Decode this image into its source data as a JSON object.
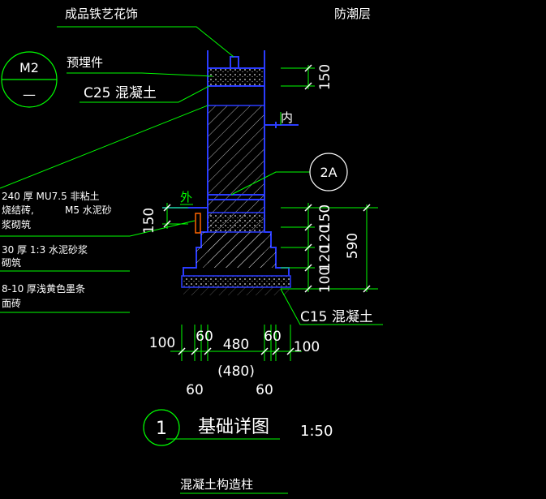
{
  "labels": {
    "iron_decor": "成品铁艺花饰",
    "dpc": "防潮层",
    "embed": "预埋件",
    "concrete_c25": "C25 混凝土",
    "inside": "内",
    "outside": "外",
    "wall_1": "240 厚 MU7.5 非粘土",
    "wall_2": "烧结砖,",
    "wall_3": "M5 水泥砂",
    "wall_4": "浆砌筑",
    "mortar_1": "30 厚 1:3  水泥砂浆",
    "mortar_2": "砌筑",
    "tile_1": "8-10  厚浅黄色墨条",
    "tile_2": "面砖",
    "concrete_c15": "C15 混凝土",
    "title": "基础详图",
    "scale": "1:50",
    "bottom_caption": "混凝土构造柱"
  },
  "markers": {
    "m2_top": "M2",
    "m2_bottom": "—",
    "ref_2a": "2A",
    "detail_no": "1"
  },
  "dims": {
    "top_150": "150",
    "r_150": "150",
    "r_120": "120",
    "r_120b": "120",
    "r_100": "100",
    "total_590": "590",
    "left_150": "150",
    "b_100_left": "100",
    "b_60_left": "60",
    "b_480": "480",
    "b_480_paren": "(480)",
    "b_60_right": "60",
    "b_100_right": "100",
    "b_60_low_left": "60",
    "b_60_low_right": "60"
  },
  "colors": {
    "background": "#000000",
    "wall_outline": "#2a3cff",
    "leader": "#00ff00",
    "text": "#ffffff",
    "hatch": "#ffffff",
    "accent": "#ff6600"
  }
}
